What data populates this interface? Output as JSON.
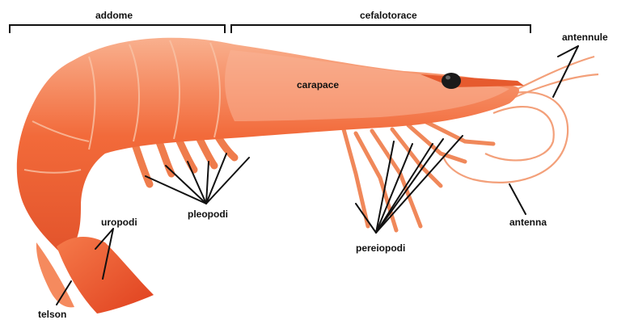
{
  "labels": {
    "addome": "addome",
    "cefalotorace": "cefalotorace",
    "antennule": "antennule",
    "carapace": "carapace",
    "pleopodi": "pleopodi",
    "uropodi": "uropodi",
    "telson": "telson",
    "pereiopodi": "pereiopodi",
    "antenna": "antenna"
  },
  "colors": {
    "body": "#f26a3a",
    "body_light": "#f8a27c",
    "body_dark": "#d8401c",
    "legs": "#f0885a",
    "antenna": "#f3a07a",
    "eye": "#1a1a1a",
    "line": "#111111"
  }
}
